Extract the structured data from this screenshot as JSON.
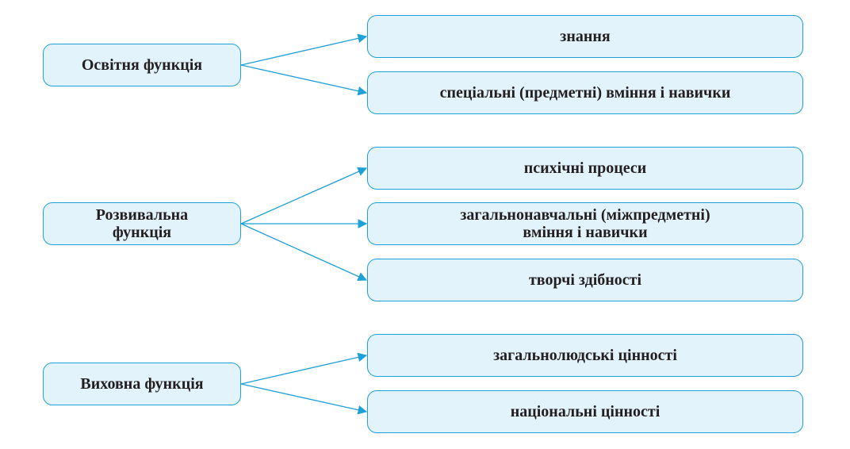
{
  "colors": {
    "box_fill": "#e3f3fc",
    "box_border": "#1ea0d8",
    "arrow": "#1ea0d8",
    "text": "#231f20"
  },
  "functions": [
    {
      "label": "Освітня функція",
      "outcomes": [
        "знання",
        "спеціальні (предметні) вміння і навички"
      ]
    },
    {
      "label": "Розвивальна\nфункція",
      "outcomes": [
        "психічні процеси",
        "загальнонавчальні  (міжпредметні)\nвміння і навички",
        "творчі здібності"
      ]
    },
    {
      "label": "Виховна функція",
      "outcomes": [
        "загальнолюдські цінності",
        "національні цінності"
      ]
    }
  ]
}
